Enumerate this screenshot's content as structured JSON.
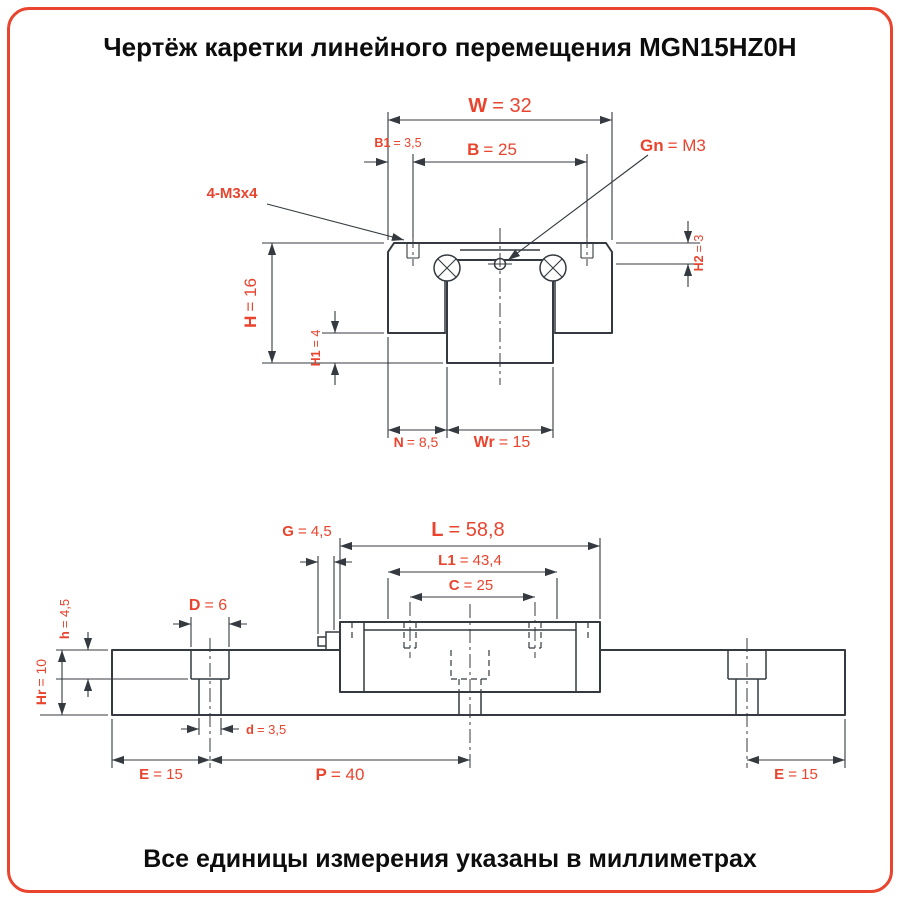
{
  "page": {
    "title": "Чертёж каретки линейного перемещения MGN15HZ0H",
    "footer": "Все единицы измерения указаны в миллиметрах",
    "accent_color": "#e8442e",
    "line_color": "#343a40"
  },
  "front_view": {
    "w": {
      "sym": "W",
      "val": "= 32"
    },
    "b1": {
      "sym": "B1",
      "val": "= 3,5"
    },
    "b": {
      "sym": "B",
      "val": "= 25"
    },
    "gn": {
      "sym": "Gn",
      "val": "= M3"
    },
    "thread_callout": "4-M3x4",
    "h": {
      "sym": "H",
      "val": "= 16"
    },
    "h1": {
      "sym": "H1",
      "val": "= 4"
    },
    "h2": {
      "sym": "H2",
      "val": "= 3"
    },
    "n": {
      "sym": "N",
      "val": "= 8,5"
    },
    "wr": {
      "sym": "Wr",
      "val": "= 15"
    }
  },
  "side_view": {
    "g": {
      "sym": "G",
      "val": "= 4,5"
    },
    "l": {
      "sym": "L",
      "val": "= 58,8"
    },
    "l1": {
      "sym": "L1",
      "val": "= 43,4"
    },
    "c": {
      "sym": "C",
      "val": "= 25"
    },
    "d_cb": {
      "sym": "D",
      "val": "= 6"
    },
    "h_cb": {
      "sym": "h",
      "val": "= 4,5"
    },
    "hr": {
      "sym": "Hr",
      "val": "= 10"
    },
    "d_th": {
      "sym": "d",
      "val": "= 3,5"
    },
    "e_left": {
      "sym": "E",
      "val": "= 15"
    },
    "p": {
      "sym": "P",
      "val": "= 40"
    },
    "e_right": {
      "sym": "E",
      "val": "= 15"
    }
  }
}
